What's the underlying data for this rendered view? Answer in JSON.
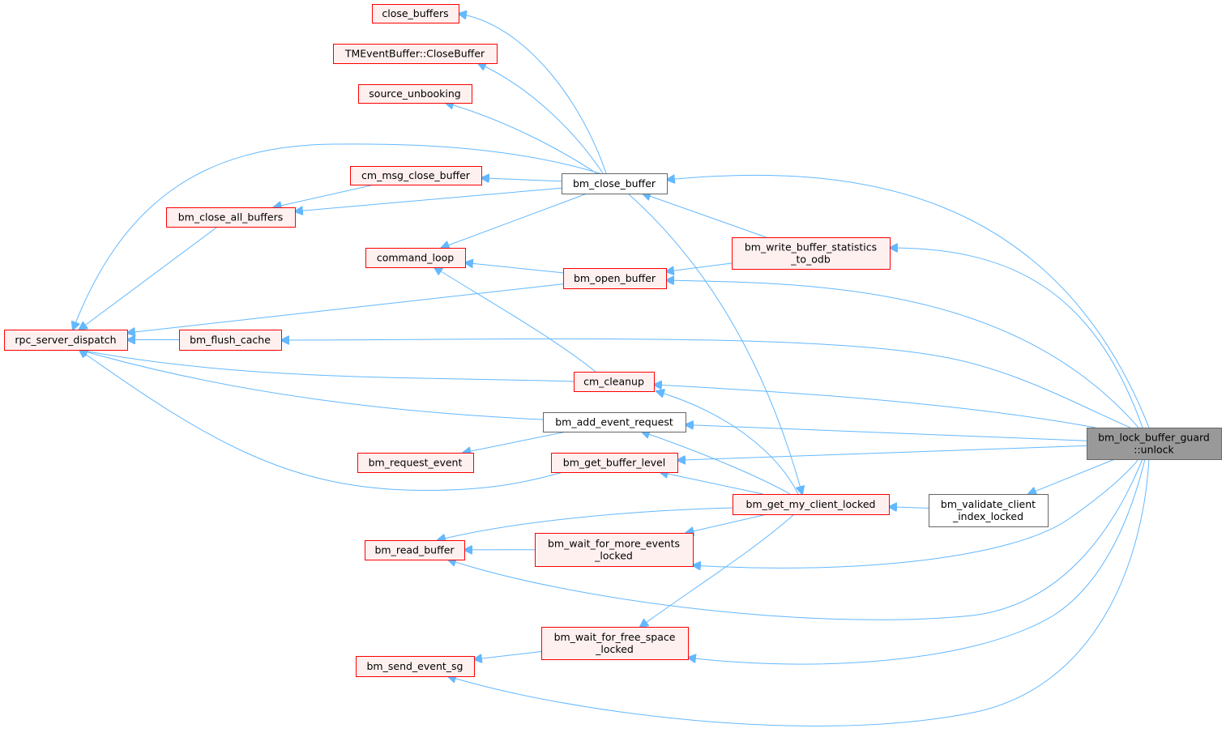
{
  "colors": {
    "edge": "#63b8ff",
    "caller_fill": "#fff0f0",
    "caller_border": "#ff0000",
    "plain_fill": "#ffffff",
    "plain_border": "#666666",
    "focus_fill": "#999999",
    "focus_border": "#666666"
  },
  "nodes": [
    {
      "id": "unlock",
      "lines": [
        "bm_lock_buffer_guard",
        "::unlock"
      ],
      "style": "focus"
    },
    {
      "id": "close_buffers",
      "lines": [
        "close_buffers"
      ],
      "style": "caller"
    },
    {
      "id": "tm_close",
      "lines": [
        "TMEventBuffer::CloseBuffer"
      ],
      "style": "caller"
    },
    {
      "id": "source_unbooking",
      "lines": [
        "source_unbooking"
      ],
      "style": "caller"
    },
    {
      "id": "cm_msg_close",
      "lines": [
        "cm_msg_close_buffer"
      ],
      "style": "caller"
    },
    {
      "id": "bm_close_buffer",
      "lines": [
        "bm_close_buffer"
      ],
      "style": "plain"
    },
    {
      "id": "bm_close_all",
      "lines": [
        "bm_close_all_buffers"
      ],
      "style": "caller"
    },
    {
      "id": "command_loop",
      "lines": [
        "command_loop"
      ],
      "style": "caller"
    },
    {
      "id": "bm_write_stats",
      "lines": [
        "bm_write_buffer_statistics",
        "_to_odb"
      ],
      "style": "caller"
    },
    {
      "id": "bm_open_buffer",
      "lines": [
        "bm_open_buffer"
      ],
      "style": "caller"
    },
    {
      "id": "rpc",
      "lines": [
        "rpc_server_dispatch"
      ],
      "style": "caller"
    },
    {
      "id": "bm_flush",
      "lines": [
        "bm_flush_cache"
      ],
      "style": "caller"
    },
    {
      "id": "cm_cleanup",
      "lines": [
        "cm_cleanup"
      ],
      "style": "caller"
    },
    {
      "id": "bm_add_event",
      "lines": [
        "bm_add_event_request"
      ],
      "style": "plain"
    },
    {
      "id": "bm_request",
      "lines": [
        "bm_request_event"
      ],
      "style": "caller"
    },
    {
      "id": "bm_get_level",
      "lines": [
        "bm_get_buffer_level"
      ],
      "style": "caller"
    },
    {
      "id": "bm_get_client",
      "lines": [
        "bm_get_my_client_locked"
      ],
      "style": "caller"
    },
    {
      "id": "bm_validate",
      "lines": [
        "bm_validate_client",
        "_index_locked"
      ],
      "style": "plain"
    },
    {
      "id": "bm_read",
      "lines": [
        "bm_read_buffer"
      ],
      "style": "caller"
    },
    {
      "id": "bm_wait_more",
      "lines": [
        "bm_wait_for_more_events",
        "_locked"
      ],
      "style": "caller"
    },
    {
      "id": "bm_wait_free",
      "lines": [
        "bm_wait_for_free_space",
        "_locked"
      ],
      "style": "caller"
    },
    {
      "id": "bm_send",
      "lines": [
        "bm_send_event_sg"
      ],
      "style": "caller"
    }
  ],
  "edges": [
    {
      "from": "close_buffers",
      "to": "bm_close_buffer"
    },
    {
      "from": "tm_close",
      "to": "bm_close_buffer"
    },
    {
      "from": "source_unbooking",
      "to": "bm_close_buffer"
    },
    {
      "from": "rpc",
      "to": "bm_close_buffer"
    },
    {
      "from": "cm_msg_close",
      "to": "bm_close_buffer"
    },
    {
      "from": "bm_close_all",
      "to": "cm_msg_close"
    },
    {
      "from": "bm_close_all",
      "to": "bm_close_buffer"
    },
    {
      "from": "command_loop",
      "to": "bm_close_buffer"
    },
    {
      "from": "bm_get_client",
      "to": "bm_close_buffer"
    },
    {
      "from": "bm_close_buffer",
      "to": "bm_write_stats"
    },
    {
      "from": "bm_close_buffer",
      "to": "unlock"
    },
    {
      "from": "rpc",
      "to": "bm_close_all"
    },
    {
      "from": "command_loop",
      "to": "bm_open_buffer"
    },
    {
      "from": "command_loop",
      "to": "cm_cleanup"
    },
    {
      "from": "bm_open_buffer",
      "to": "bm_write_stats"
    },
    {
      "from": "bm_write_stats",
      "to": "unlock"
    },
    {
      "from": "rpc",
      "to": "bm_open_buffer"
    },
    {
      "from": "bm_open_buffer",
      "to": "unlock"
    },
    {
      "from": "rpc",
      "to": "bm_flush"
    },
    {
      "from": "bm_flush",
      "to": "unlock"
    },
    {
      "from": "rpc",
      "to": "cm_cleanup"
    },
    {
      "from": "cm_cleanup",
      "to": "unlock"
    },
    {
      "from": "cm_cleanup",
      "to": "bm_get_client"
    },
    {
      "from": "rpc",
      "to": "bm_add_event"
    },
    {
      "from": "bm_add_event",
      "to": "unlock"
    },
    {
      "from": "bm_add_event",
      "to": "bm_get_client"
    },
    {
      "from": "bm_request",
      "to": "bm_add_event"
    },
    {
      "from": "rpc",
      "to": "bm_get_level"
    },
    {
      "from": "bm_get_level",
      "to": "unlock"
    },
    {
      "from": "bm_get_level",
      "to": "bm_get_client"
    },
    {
      "from": "bm_get_client",
      "to": "bm_validate"
    },
    {
      "from": "bm_validate",
      "to": "unlock"
    },
    {
      "from": "bm_read",
      "to": "bm_get_client"
    },
    {
      "from": "bm_read",
      "to": "bm_wait_more"
    },
    {
      "from": "bm_read",
      "to": "unlock"
    },
    {
      "from": "bm_wait_more",
      "to": "bm_get_client"
    },
    {
      "from": "bm_wait_more",
      "to": "unlock"
    },
    {
      "from": "bm_wait_free",
      "to": "bm_get_client"
    },
    {
      "from": "bm_wait_free",
      "to": "unlock"
    },
    {
      "from": "bm_send",
      "to": "bm_wait_free"
    },
    {
      "from": "bm_send",
      "to": "unlock"
    }
  ]
}
